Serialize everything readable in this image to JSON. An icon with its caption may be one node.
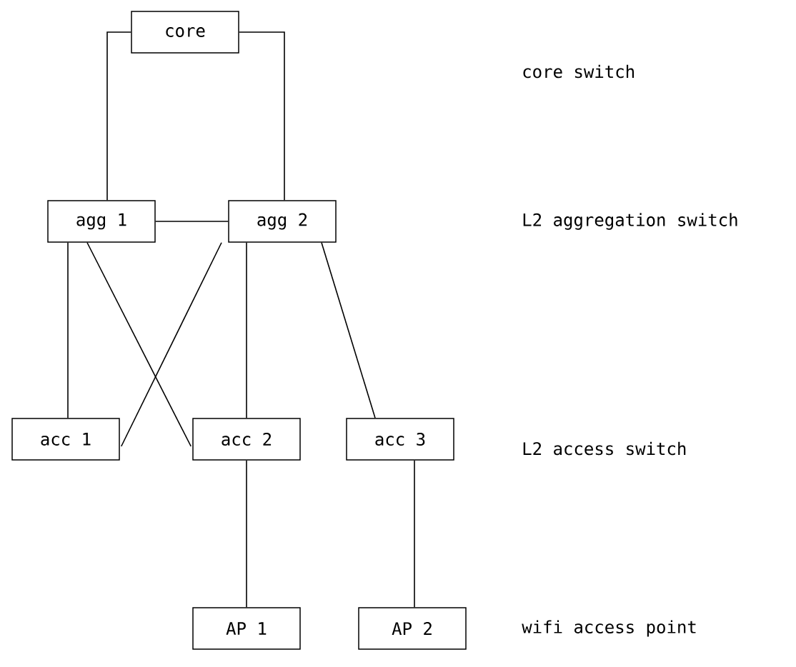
{
  "diagram": {
    "nodes": [
      {
        "text": [
          "core"
        ]
      },
      {
        "text": [
          "agg 1"
        ]
      },
      {
        "text": [
          "agg 2"
        ]
      },
      {
        "text": [
          "acc 1"
        ]
      },
      {
        "text": [
          "acc 2"
        ]
      },
      {
        "text": [
          "acc 3"
        ]
      },
      {
        "text": [
          "AP 1"
        ]
      },
      {
        "text": [
          "AP 2"
        ]
      }
    ],
    "edges": [
      {
        "from": 0,
        "to": 1,
        "arrow": "none"
      },
      {
        "from": 0,
        "to": 2,
        "arrow": "none"
      },
      {
        "from": 1,
        "to": 2,
        "arrow": "none"
      },
      {
        "from": 1,
        "to": 3,
        "arrow": "none"
      },
      {
        "from": 1,
        "to": 4,
        "arrow": "none"
      },
      {
        "from": 2,
        "to": 3,
        "arrow": "none"
      },
      {
        "from": 2,
        "to": 4,
        "arrow": "none"
      },
      {
        "from": 2,
        "to": 5,
        "arrow": "none"
      },
      {
        "from": 4,
        "to": 6,
        "arrow": "none"
      },
      {
        "from": 5,
        "to": 7,
        "arrow": "none"
      }
    ],
    "labels": [
      "core switch",
      "L2 aggregation switch",
      "L2 access switch",
      "wifi access point"
    ]
  }
}
